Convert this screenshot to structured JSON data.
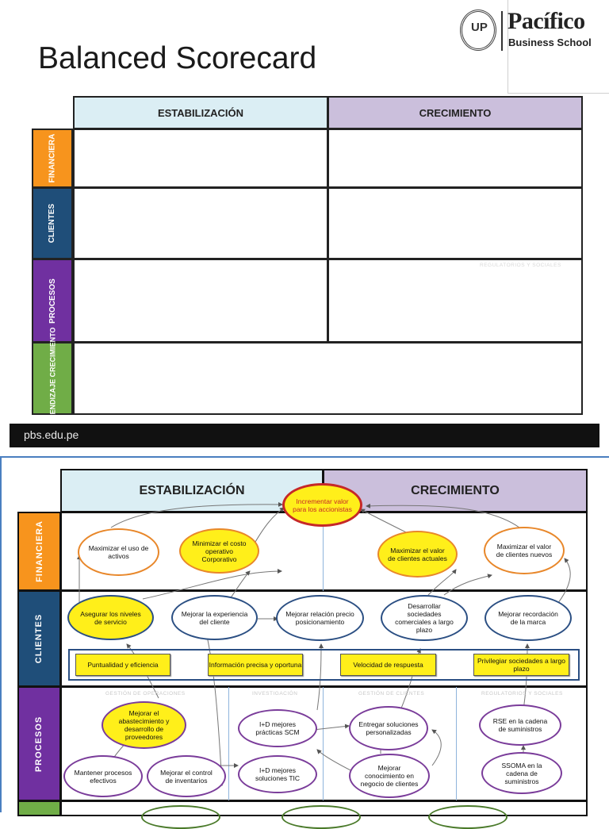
{
  "slide1": {
    "title": "Balanced Scorecard",
    "brand": {
      "name": "Pacífico",
      "sub": "Business School",
      "seal_letters": "UP"
    },
    "columns": [
      "ESTABILIZACIÓN",
      "CRECIMIENTO"
    ],
    "rows": [
      "FINANCIERA",
      "CLIENTES",
      "PROCESOS",
      "APRENDIZAJE CRECIMIENTO"
    ],
    "faint_text": "REGULATORIOS Y SOCIALES",
    "footer": "pbs.edu.pe"
  },
  "slide2": {
    "columns": [
      "ESTABILIZACIÓN",
      "CRECIMIENTO"
    ],
    "rows": [
      "FINANCIERA",
      "CLIENTES",
      "PROCESOS"
    ],
    "financiera": {
      "top": "Incrementar valor para los accionistas",
      "maximizar_activos": "Maximizar el uso de activos",
      "minimizar_costo": "Minimizar el costo operativo Corporativo",
      "maximizar_actuales": "Maximizar el valor de clientes actuales",
      "maximizar_nuevos": "Maximizar el valor de clientes nuevos"
    },
    "clientes": {
      "asegurar": "Asegurar los niveles de servicio",
      "experiencia": "Mejorar la experiencia del cliente",
      "precio": "Mejorar relación precio posicionamiento",
      "sociedades": "Desarrollar sociedades comerciales a largo plazo",
      "recordacion": "Mejorar recordación de la marca",
      "value_props": [
        "Puntualidad y eficiencia",
        "Información precisa y oportuna",
        "Velocidad de respuesta",
        "Privilegiar sociedades a largo plazo"
      ]
    },
    "procesos": {
      "sublabels": [
        "GESTIÓN DE OPERACIONES",
        "INVESTIGACIÓN",
        "GESTIÓN DE CLIENTES",
        "REGULATORIOS Y SOCIALES"
      ],
      "abastecimiento": "Mejorar el abastecimiento y desarrollo de proveedores",
      "mantener": "Mantener procesos efectivos",
      "inventarios": "Mejorar el control de inventarios",
      "id_scm": "I+D mejores prácticas SCM",
      "id_tic": "I+D mejores soluciones TIC",
      "entregar": "Entregar soluciones personalizadas",
      "conocimiento": "Mejorar conocimiento en negocio de clientes",
      "rse": "RSE en la cadena de suministros",
      "ssoma": "SSOMA en la cadena de suministros"
    },
    "colors": {
      "financiera": "#f7941d",
      "clientes": "#1f4e79",
      "procesos": "#7030a0",
      "aprendizaje": "#70ad47",
      "estabilizacion_header": "#dbeef4",
      "crecimiento_header": "#cbbfdc",
      "highlight": "#ffef1a",
      "key_objective_border": "#c62828"
    }
  }
}
